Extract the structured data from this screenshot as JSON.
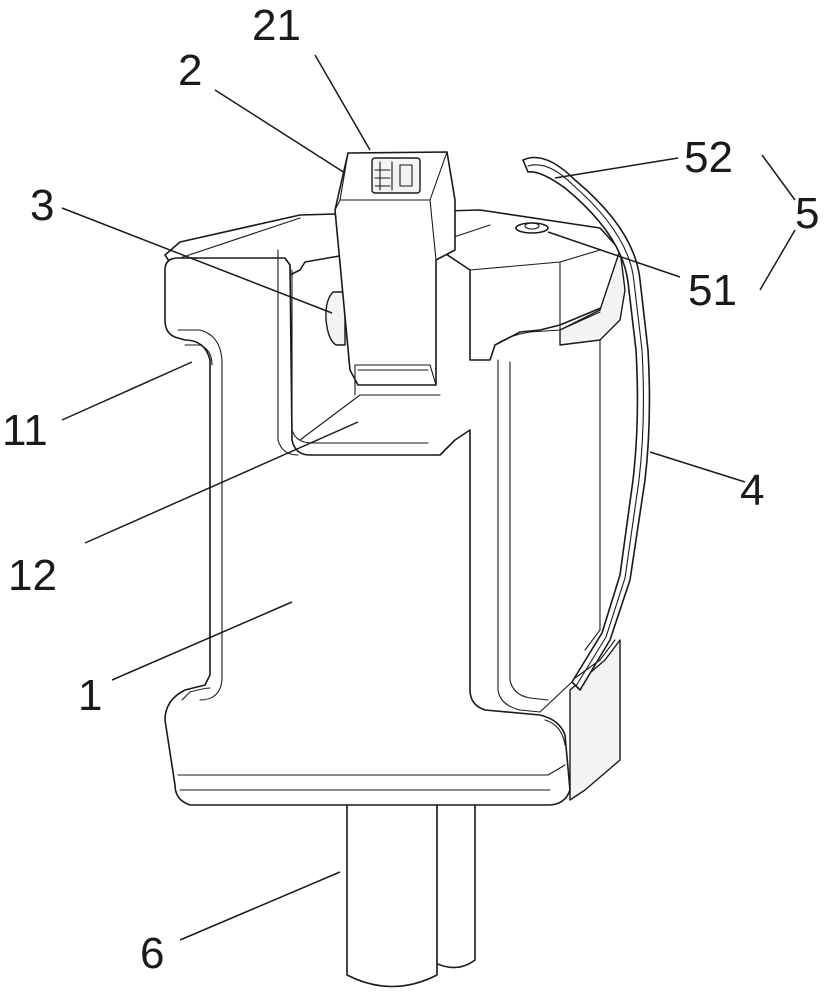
{
  "labels": {
    "l1": "1",
    "l2": "2",
    "l21": "21",
    "l3": "3",
    "l4": "4",
    "l5": "5",
    "l51": "51",
    "l52": "52",
    "l6": "6",
    "l11": "11",
    "l12": "12"
  }
}
